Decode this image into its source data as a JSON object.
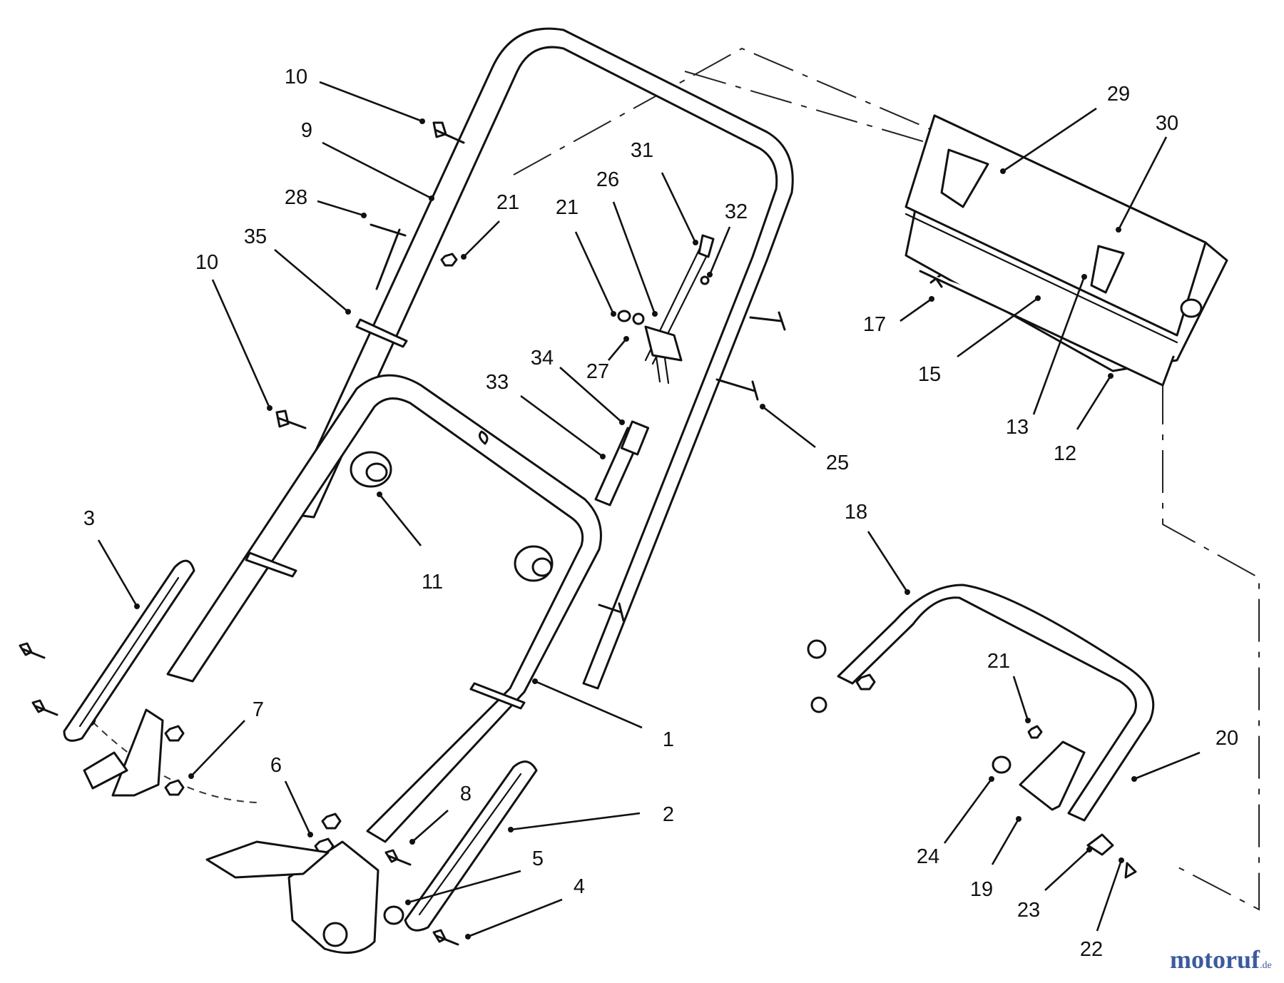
{
  "callouts": [
    {
      "id": "c10a",
      "label": "10"
    },
    {
      "id": "c9",
      "label": "9"
    },
    {
      "id": "c28",
      "label": "28"
    },
    {
      "id": "c35",
      "label": "35"
    },
    {
      "id": "c10b",
      "label": "10"
    },
    {
      "id": "c21a",
      "label": "21"
    },
    {
      "id": "c21b",
      "label": "21"
    },
    {
      "id": "c26",
      "label": "26"
    },
    {
      "id": "c31",
      "label": "31"
    },
    {
      "id": "c32",
      "label": "32"
    },
    {
      "id": "c27",
      "label": "27"
    },
    {
      "id": "c34",
      "label": "34"
    },
    {
      "id": "c33",
      "label": "33"
    },
    {
      "id": "c11",
      "label": "11"
    },
    {
      "id": "c3",
      "label": "3"
    },
    {
      "id": "c7",
      "label": "7"
    },
    {
      "id": "c6",
      "label": "6"
    },
    {
      "id": "c8",
      "label": "8"
    },
    {
      "id": "c1",
      "label": "1"
    },
    {
      "id": "c2",
      "label": "2"
    },
    {
      "id": "c5",
      "label": "5"
    },
    {
      "id": "c4",
      "label": "4"
    },
    {
      "id": "c25",
      "label": "25"
    },
    {
      "id": "c29",
      "label": "29"
    },
    {
      "id": "c30",
      "label": "30"
    },
    {
      "id": "c17",
      "label": "17"
    },
    {
      "id": "c15",
      "label": "15"
    },
    {
      "id": "c13",
      "label": "13"
    },
    {
      "id": "c12",
      "label": "12"
    },
    {
      "id": "c18",
      "label": "18"
    },
    {
      "id": "c21c",
      "label": "21"
    },
    {
      "id": "c20",
      "label": "20"
    },
    {
      "id": "c24",
      "label": "24"
    },
    {
      "id": "c19",
      "label": "19"
    },
    {
      "id": "c23",
      "label": "23"
    },
    {
      "id": "c22",
      "label": "22"
    }
  ],
  "watermark": {
    "brand": "motoruf",
    "suffix": ".de"
  },
  "colors": {
    "line": "#111111",
    "watermark": "#3b5b9e"
  }
}
